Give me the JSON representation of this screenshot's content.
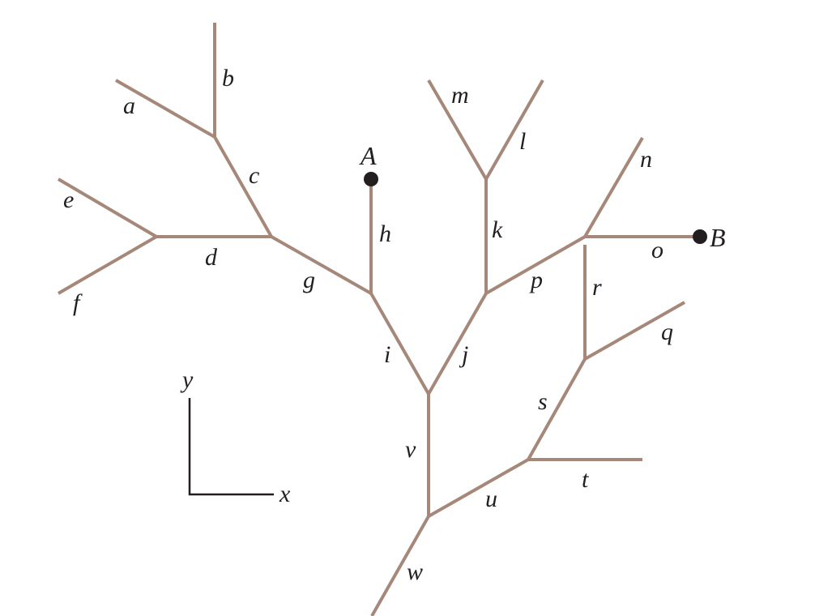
{
  "segments": {
    "a": "a",
    "b": "b",
    "c": "c",
    "d": "d",
    "e": "e",
    "f": "f",
    "g": "g",
    "h": "h",
    "i": "i",
    "j": "j",
    "k": "k",
    "l": "l",
    "m": "m",
    "n": "n",
    "o": "o",
    "p": "p",
    "q": "q",
    "r": "r",
    "s": "s",
    "t": "t",
    "u": "u",
    "v": "v",
    "w": "w"
  },
  "points": {
    "A": "A",
    "B": "B"
  },
  "axes": {
    "x": "x",
    "y": "y"
  },
  "colors": {
    "branch": "#a5887a",
    "ink": "#231f20",
    "background": "#ffffff"
  }
}
